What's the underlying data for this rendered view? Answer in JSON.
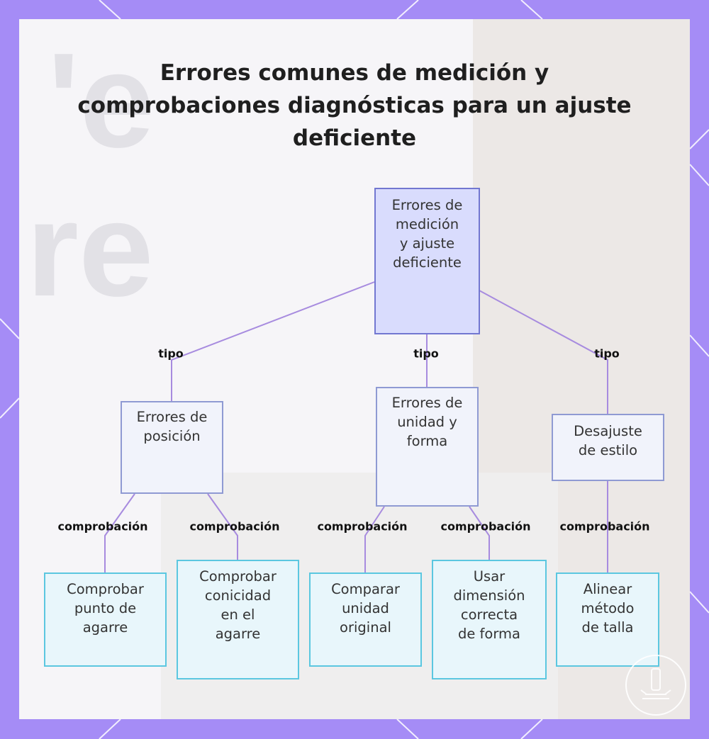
{
  "title": "Errores comunes de medición y comprobaciones diagnósticas para un ajuste deficiente",
  "root": "Errores de\nmedición\ny ajuste\ndeficiente",
  "branches": [
    {
      "edge_label": "tipo",
      "node": "Errores de\nposición",
      "checks": [
        {
          "edge_label": "comprobación",
          "node": "Comprobar\npunto de\nagarre"
        },
        {
          "edge_label": "comprobación",
          "node": "Comprobar\nconicidad\nen el\nagarre"
        }
      ]
    },
    {
      "edge_label": "tipo",
      "node": "Errores de\nunidad y\nforma",
      "checks": [
        {
          "edge_label": "comprobación",
          "node": "Comparar\nunidad\noriginal"
        },
        {
          "edge_label": "comprobación",
          "node": "Usar\ndimensión\ncorrecta\nde forma"
        }
      ]
    },
    {
      "edge_label": "tipo",
      "node": "Desajuste\nde estilo",
      "checks": [
        {
          "edge_label": "comprobación",
          "node": "Alinear\nmétodo\nde talla"
        }
      ]
    }
  ],
  "colors": {
    "frame": "#a58cf6",
    "connector": "#a78bdf",
    "root_fill": "#d9dcfd",
    "check_border": "#5bc7e0"
  },
  "icons": {
    "badge": "lamp-badge-icon"
  }
}
